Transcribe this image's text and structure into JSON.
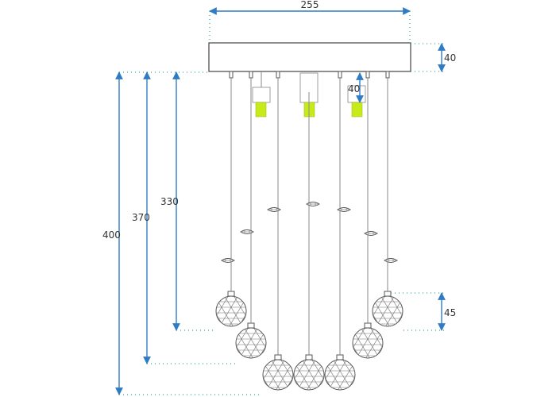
{
  "dimensions": {
    "width": "255",
    "base_height": "40",
    "socket_drop": "40",
    "drop_short": "330",
    "drop_mid": "370",
    "drop_long": "400",
    "ball_diameter": "45"
  },
  "colors": {
    "dimension": "#2f7cc4",
    "guide": "#2fa89c",
    "bulb": "#c7ea1a",
    "line": "#555555"
  }
}
